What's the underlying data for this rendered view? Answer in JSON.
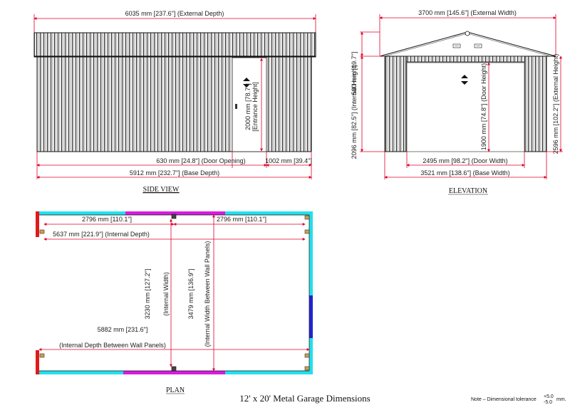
{
  "side_view": {
    "external_depth": "6035 mm [237.6\"] (External Depth)",
    "entrance_height_a": "2000 mm [78.7\"]",
    "entrance_height_b": "[Entrance Height]",
    "door_opening": "630 mm [24.8\"] (Door Opening)",
    "door_offset": "1002 mm [39.4\"]",
    "base_depth": "5912 mm [232.7\"] (Base Depth)",
    "caption": "SIDE VIEW"
  },
  "elevation": {
    "external_width": "3700 mm [145.6\"] (External Width)",
    "roof_height": "500 mm [19.7\"]",
    "internal_height": "2096 mm [82.5\"] (Internal Height)",
    "door_height": "1900 mm [74.8\"] (Door Height)",
    "external_height": "2596 mm [102.2\"] (External Height)",
    "door_width": "2495 mm [98.2\"] (Door Width)",
    "base_width": "3521 mm [138.6\"] (Base Width)",
    "caption": "ELEVATION"
  },
  "plan": {
    "span_left": "2796 mm [110.1\"]",
    "span_right": "2796 mm [110.1\"]",
    "internal_depth": "5637 mm [221.9\"] (Internal Depth)",
    "internal_width_a": "3230 mm [127.2\"]",
    "internal_width_b": "(Internal Width)",
    "width_between_panels_a": "3479 mm [136.9\"]",
    "width_between_panels_b": "(Internal Width Between Wall Panels)",
    "depth_between_panels_a": "5882 mm [231.6\"]",
    "depth_between_panels_b": "(Internal Depth Between Wall Panels)",
    "caption": "PLAN"
  },
  "footer": {
    "title": "12' x 20' Metal Garage Dimensions",
    "note_label": "Note  –  Dimensional tolerance",
    "tol_plus": "+5.0",
    "tol_minus": "-5.0",
    "tol_unit": "mm."
  },
  "colors": {
    "dimension_line": "#e0002a",
    "panel_cyan": "#22e0ee",
    "panel_magenta": "#d81be0",
    "panel_blue": "#1f24d6",
    "panel_red": "#e01a1a"
  }
}
